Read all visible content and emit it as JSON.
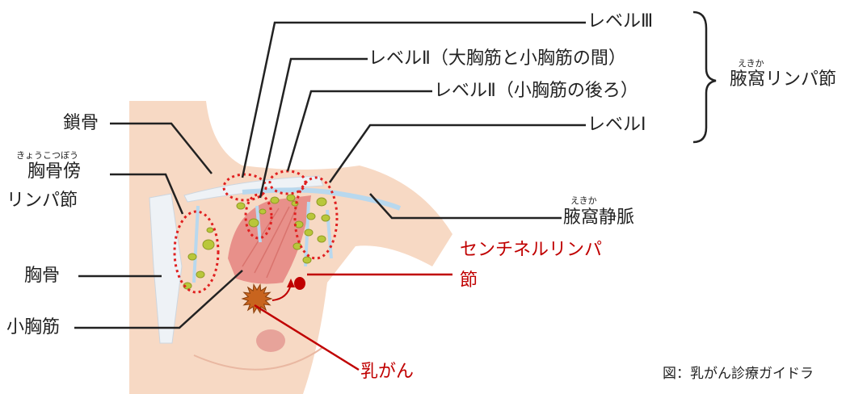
{
  "labels": {
    "level3": "レベルⅢ",
    "level2_between": "レベルⅡ（大胸筋と小胸筋の間）",
    "level2_behind": "レベルⅡ（小胸筋の後ろ）",
    "level1": "レベルⅠ",
    "axillary_ln": "腋窩リンパ節",
    "axillary_ln_ruby": "えきか",
    "clavicle": "鎖骨",
    "parasternal_ln_line1": "胸骨傍",
    "parasternal_ln_line2": "リンパ節",
    "parasternal_ruby": "きょうこつぼう",
    "axillary_vein": "腋窩静脈",
    "axillary_vein_ruby": "えきか",
    "sentinel_line1": "センチネルリンパ",
    "sentinel_line2": "節",
    "sternum": "胸骨",
    "pec_minor": "小胸筋",
    "breast_cancer": "乳がん",
    "caption": "図：乳がん診療ガイドラ"
  },
  "colors": {
    "skin": "#f7d9c4",
    "muscle": "#e8908a",
    "bone": "#eef2f6",
    "vein": "#b8d8ee",
    "node": "#b9c73a",
    "nipple": "#e7a39a",
    "tumor": "#c8641e",
    "sentinel_node": "#c00000",
    "accent_red": "#c00000",
    "dashed_outline": "#e02020",
    "line": "#222222"
  }
}
